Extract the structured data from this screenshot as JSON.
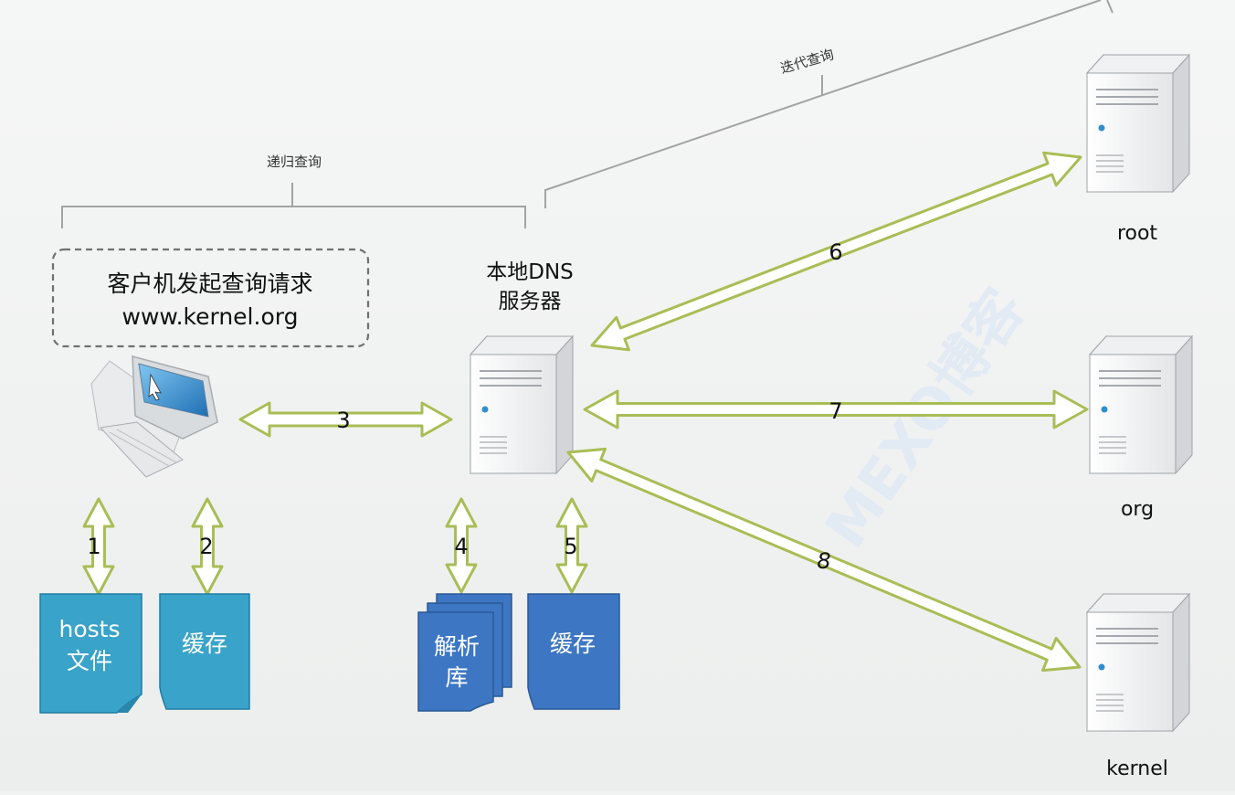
{
  "labels": {
    "recursive": "递归查询",
    "iterative": "迭代查询",
    "client_line1": "客户机发起查询请求",
    "client_line2": "www.kernel.org",
    "local_dns_line1": "本地DNS",
    "local_dns_line2": "服务器",
    "root": "root",
    "org": "org",
    "kernel": "kernel",
    "hosts_line1": "hosts",
    "hosts_line2": "文件",
    "cache_client": "缓存",
    "resolver_line1": "解析",
    "resolver_line2": "库",
    "cache_dns": "缓存"
  },
  "steps": [
    "1",
    "2",
    "3",
    "4",
    "5",
    "6",
    "7",
    "8"
  ],
  "watermark": "MEXO博客",
  "colors": {
    "arrow_stroke": "#a9bd55",
    "arrow_fill": "#ffffff",
    "doc_teal": "#3aa3c9",
    "doc_blue": "#3d77c4",
    "bracket": "#9a9a9a",
    "server_body": "#f4f5f6",
    "server_side": "#c9cbcd"
  }
}
